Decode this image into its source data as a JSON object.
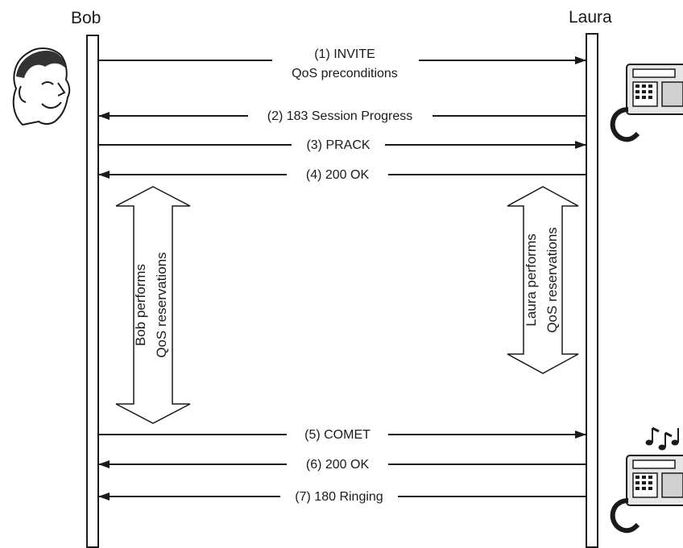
{
  "participants": {
    "left": {
      "name": "Bob",
      "icon": "person-face-icon"
    },
    "right": {
      "name": "Laura",
      "icon": "telephone-icon"
    }
  },
  "messages": [
    {
      "label_line1": "(1) INVITE",
      "label_line2": "QoS preconditions",
      "direction": "right"
    },
    {
      "label": "(2) 183 Session Progress",
      "direction": "left"
    },
    {
      "label": "(3) PRACK",
      "direction": "right"
    },
    {
      "label": "(4) 200 OK",
      "direction": "left"
    },
    {
      "label": "(5) COMET",
      "direction": "right"
    },
    {
      "label": "(6) 200 OK",
      "direction": "left"
    },
    {
      "label": "(7) 180 Ringing",
      "direction": "left"
    }
  ],
  "reservations": {
    "left": {
      "line1": "Bob performs",
      "line2": "QoS reservations"
    },
    "right": {
      "line1": "Laura performs",
      "line2": "QoS reservations"
    }
  },
  "ringing_icon": "music-notes-icon",
  "colors": {
    "line": "#1a1a1a",
    "phone_body": "#e6e6e6",
    "background": "#ffffff"
  }
}
